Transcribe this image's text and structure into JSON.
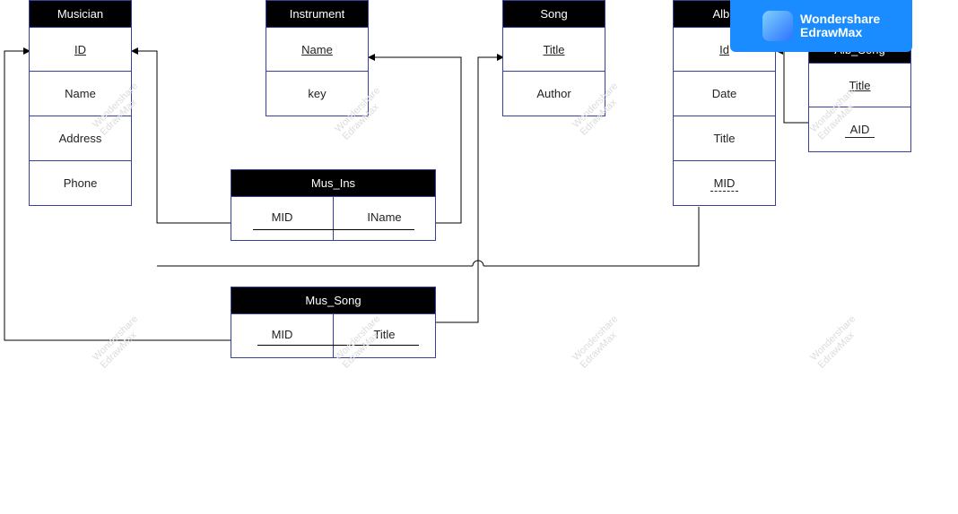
{
  "entities": {
    "musician": {
      "title": "Musician",
      "fields": [
        "ID",
        "Name",
        "Address",
        "Phone"
      ]
    },
    "instrument": {
      "title": "Instrument",
      "fields": [
        "Name",
        "key"
      ]
    },
    "song": {
      "title": "Song",
      "fields": [
        "Title",
        "Author"
      ]
    },
    "album": {
      "title": "Albu",
      "fields": [
        "Id",
        "Date",
        "Title",
        "MID"
      ]
    },
    "alb_song": {
      "title": "Alb_Song",
      "fields": [
        "Title",
        "AID"
      ]
    }
  },
  "relations": {
    "mus_ins": {
      "title": "Mus_Ins",
      "fields": [
        "MID",
        "IName"
      ]
    },
    "mus_song": {
      "title": "Mus_Song",
      "fields": [
        "MID",
        "Title"
      ]
    }
  },
  "watermark": {
    "line1": "Wondershare",
    "line2": "EdrawMax"
  },
  "badge": {
    "line1": "Wondershare",
    "line2": "EdrawMax",
    "color": "#1a8cff"
  },
  "colors": {
    "border": "#3a3f9a",
    "header": "#000000",
    "line": "#000000"
  }
}
